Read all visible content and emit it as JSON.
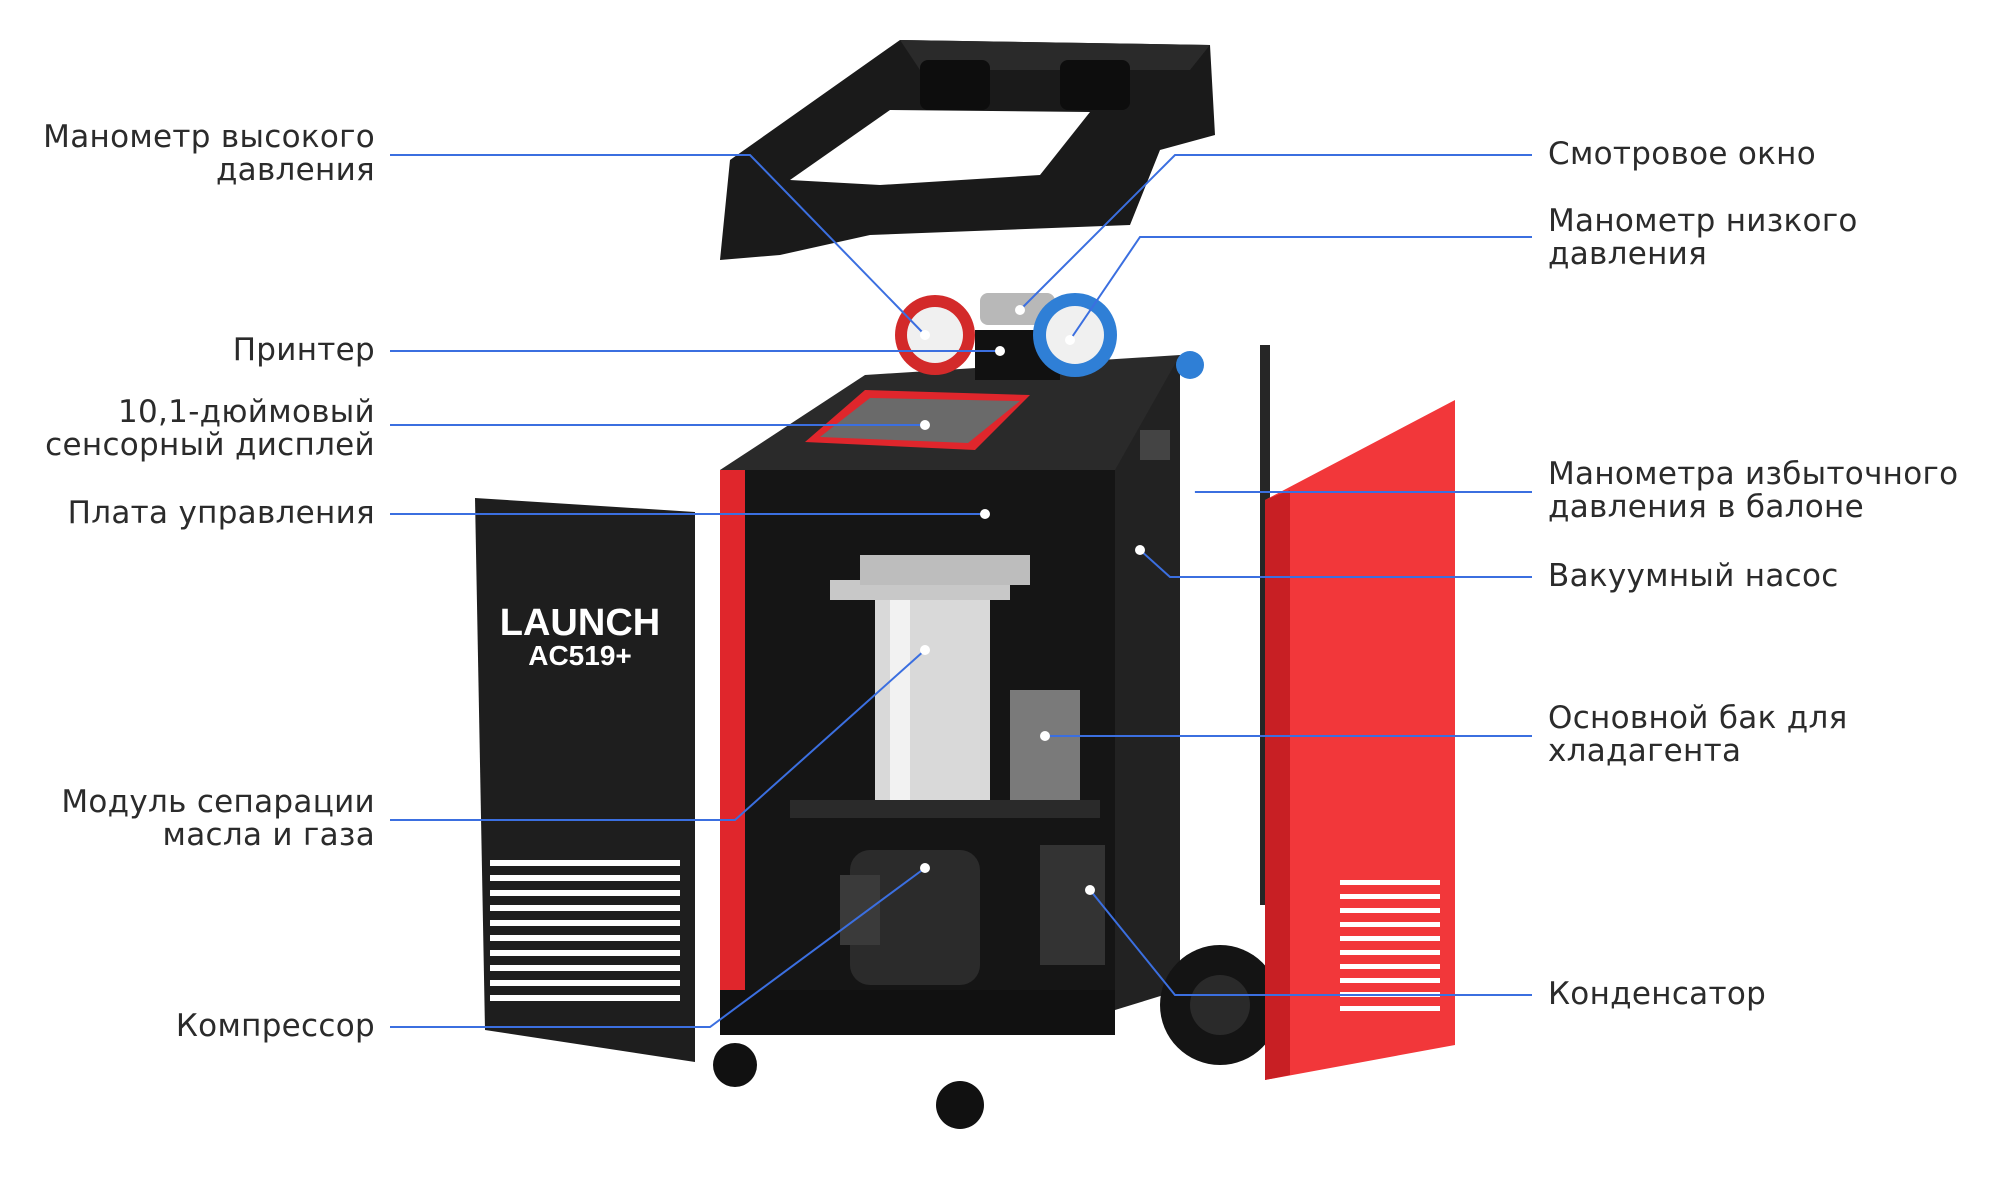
{
  "colors": {
    "leader_line": "#3b6fe0",
    "cabinet_red": "#e0262c",
    "panel_red": "#f2373a",
    "body_black": "#1c1c1c",
    "text": "#2b2b2b"
  },
  "device": {
    "brand": "LAUNCH",
    "model": "AC519+"
  },
  "labels": {
    "high_gauge": [
      "Манометр высокого",
      "давления"
    ],
    "printer": [
      "Принтер"
    ],
    "display": [
      "10,1-дюймовый",
      "сенсорный дисплей"
    ],
    "control_board": [
      "Плата управления"
    ],
    "separator": [
      "Модуль сепарации",
      "масла и газа"
    ],
    "compressor": [
      "Компрессор"
    ],
    "sight_glass": [
      "Смотровое окно"
    ],
    "low_gauge": [
      "Манометр низкого",
      "давления"
    ],
    "tank_gauge": [
      "Манометра избыточного",
      "давления в балоне"
    ],
    "vacuum_pump": [
      "Вакуумный насос"
    ],
    "main_tank": [
      "Основной бак для",
      "хладагента"
    ],
    "condenser": [
      "Конденсатор"
    ]
  }
}
